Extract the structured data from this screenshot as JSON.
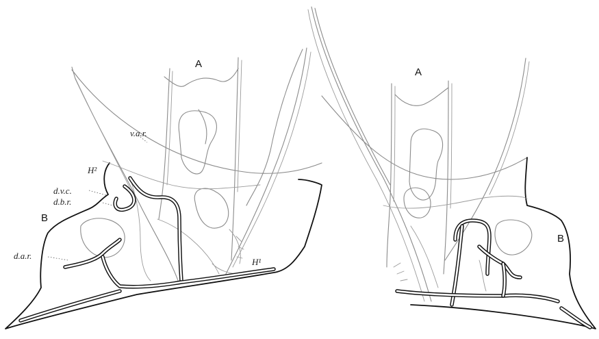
{
  "figure": {
    "left_panel": {
      "label_A": "A",
      "label_B": "B",
      "label_var": "v.a.r.",
      "label_H2": "H²",
      "label_dvc": "d.v.c.",
      "label_dbr": "d.b.r.",
      "label_dar": "d.a.r.",
      "label_H1": "H¹"
    },
    "right_panel": {
      "label_A": "A",
      "label_B": "B"
    }
  }
}
